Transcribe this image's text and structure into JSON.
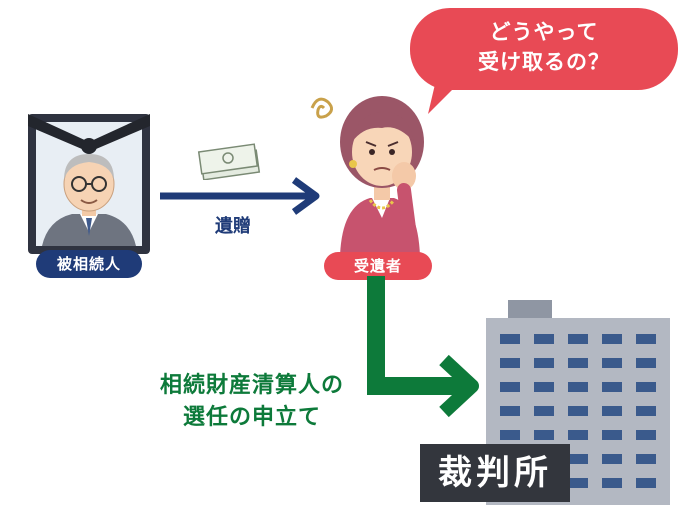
{
  "decedent": {
    "label": "被相続人"
  },
  "transfer": {
    "label": "遺贈"
  },
  "heir": {
    "label": "受遺者",
    "speech_lines": [
      "どうやって",
      "受け取るの？"
    ]
  },
  "procedure": {
    "lines": [
      "相続財産清算人の",
      "選任の申立て"
    ]
  },
  "court": {
    "label": "裁判所"
  },
  "colors": {
    "navy": "#1f3b78",
    "red": "#e84a55",
    "green": "#0d7a3a",
    "court_sign": "#33363d",
    "building": "#b3b8c2",
    "window": "#3a5a8c"
  }
}
